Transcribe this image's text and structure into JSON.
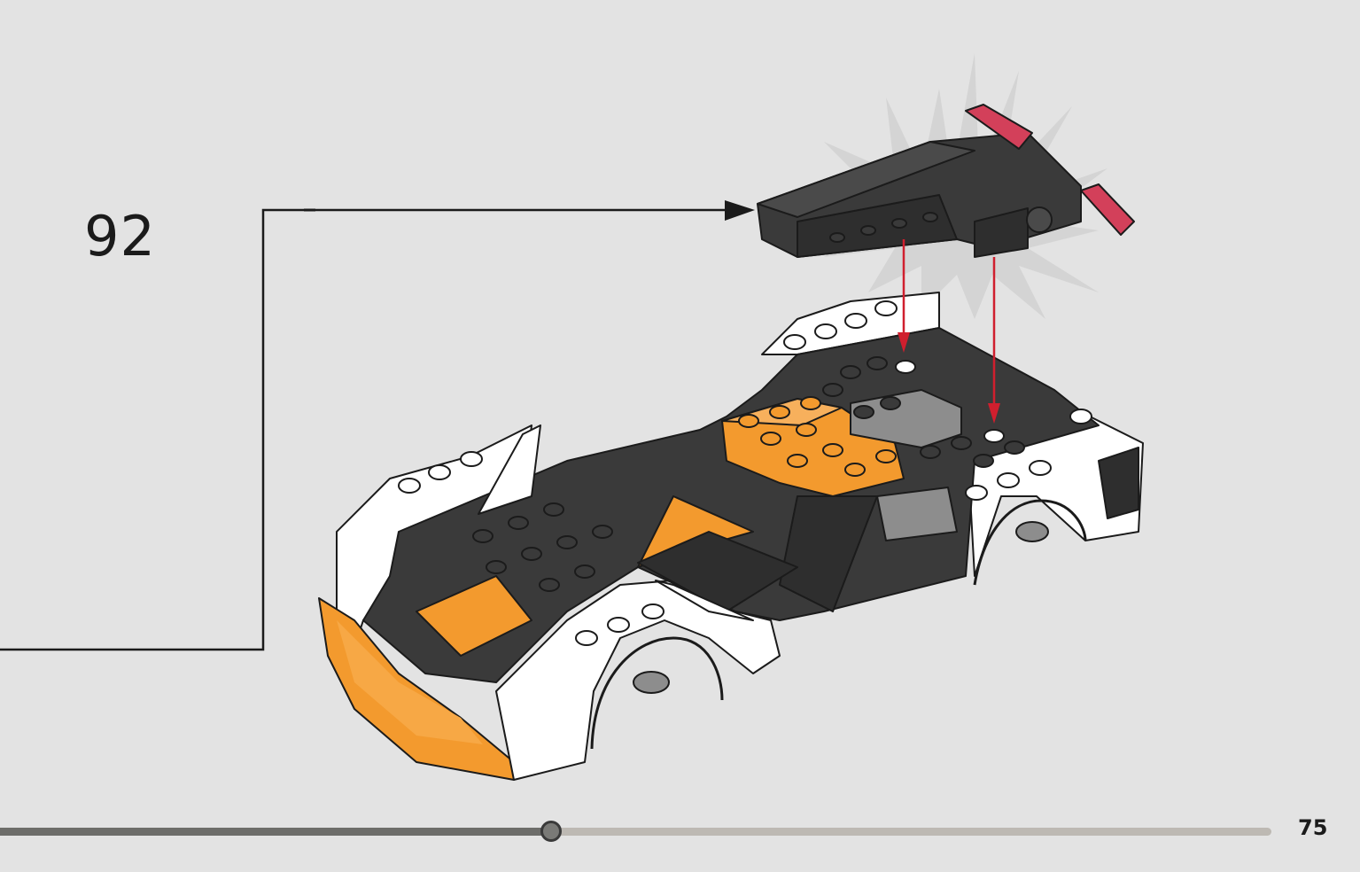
{
  "instruction": {
    "step_number": "92",
    "page_number": "75"
  },
  "progress": {
    "fraction": 0.425
  },
  "colors": {
    "background": "#e3e3e3",
    "brick_dark": "#3a3a3a",
    "brick_orange": "#f39a2e",
    "brick_white": "#ffffff",
    "trans_red": "#d3405a",
    "guide_arrow": "#d01f2e",
    "callout_line": "#1b1b1b"
  },
  "icons": {
    "callout": "callout-arrow-icon",
    "assembly": "car-assembly-illustration",
    "part": "dark-wing-assembly-illustration"
  }
}
